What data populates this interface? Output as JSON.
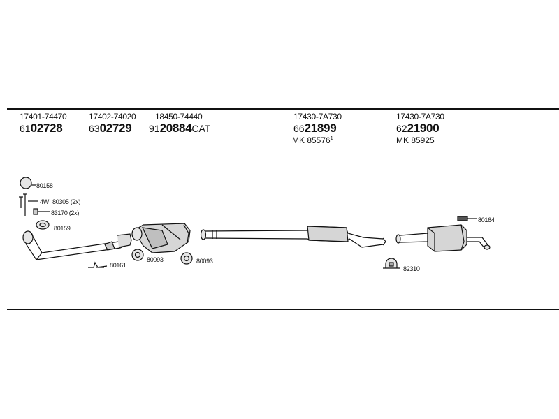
{
  "parts": [
    {
      "oe": "17401-74470",
      "prefix": "61",
      "code": "02728",
      "suffix": ""
    },
    {
      "oe": "17402-74020",
      "prefix": "63",
      "code": "02729",
      "suffix": ""
    },
    {
      "oe": "18450-74440",
      "prefix": "91",
      "code": "20884",
      "suffix": "CAT"
    },
    {
      "oe": "17430-7A730",
      "prefix": "66",
      "code": "21899",
      "suffix": "",
      "mk": "MK 85576",
      "mk_sup": "1"
    },
    {
      "oe": "17430-7A730",
      "prefix": "62",
      "code": "21900",
      "suffix": "",
      "mk": "MK 85925"
    }
  ],
  "callouts": {
    "c80158": "80158",
    "c80305": "80305 (2x)",
    "c4w": "4W",
    "c83170": "83170 (2x)",
    "c80159": "80159",
    "c80161": "80161",
    "c80093a": "80093",
    "c80093b": "80093",
    "c80164": "80164",
    "c82310": "82310"
  },
  "colors": {
    "line": "#111111",
    "part_fill": "#d6d6d6",
    "background": "#ffffff"
  }
}
